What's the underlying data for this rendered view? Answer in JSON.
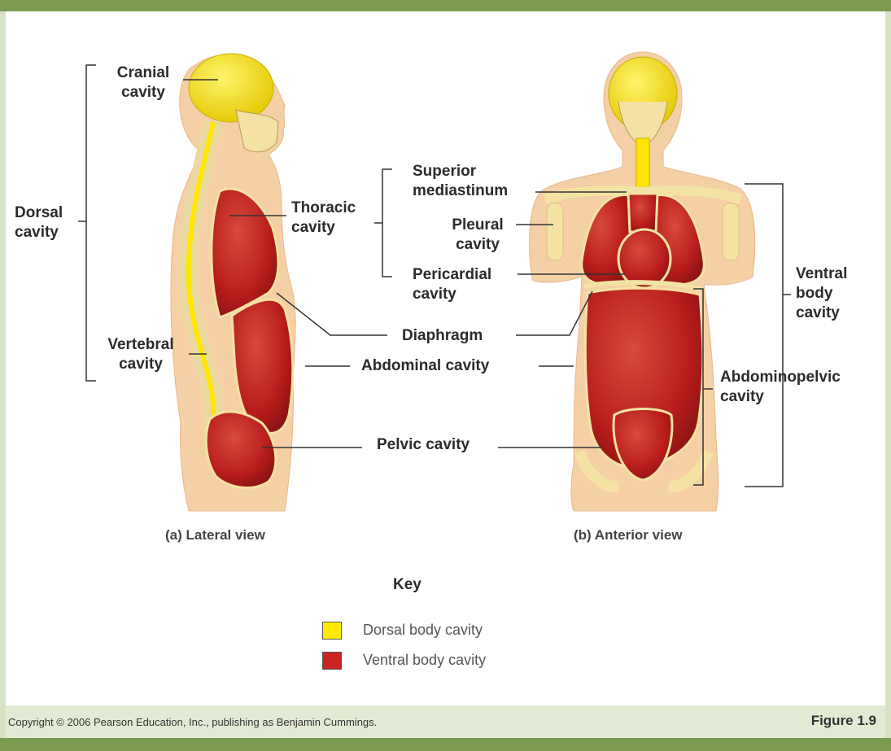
{
  "labels": {
    "cranial": "Cranial\ncavity",
    "dorsal": "Dorsal\ncavity",
    "thoracic": "Thoracic\ncavity",
    "vertebral": "Vertebral\ncavity",
    "superior_mediastinum": "Superior\nmediastinum",
    "pleural": "Pleural\ncavity",
    "pericardial": "Pericardial\ncavity",
    "diaphragm": "Diaphragm",
    "abdominal": "Abdominal cavity",
    "pelvic": "Pelvic cavity",
    "ventral_body": "Ventral\nbody\ncavity",
    "abdominopelvic": "Abdominopelvic\ncavity"
  },
  "views": {
    "lateral": "(a) Lateral view",
    "anterior": "(b) Anterior view"
  },
  "key": {
    "title": "Key",
    "items": [
      {
        "label": "Dorsal body cavity",
        "color": "#ffeb00"
      },
      {
        "label": "Ventral body cavity",
        "color": "#cc2222"
      }
    ]
  },
  "footer": {
    "copyright": "Copyright © 2006 Pearson Education, Inc., publishing as Benjamin Cummings.",
    "figure": "Figure 1.9"
  },
  "colors": {
    "skin": "#f5cfa6",
    "dorsal": "#ffeb00",
    "ventral": "#c62828",
    "bone": "#f3e2a4",
    "frame": "#7a9a52"
  }
}
